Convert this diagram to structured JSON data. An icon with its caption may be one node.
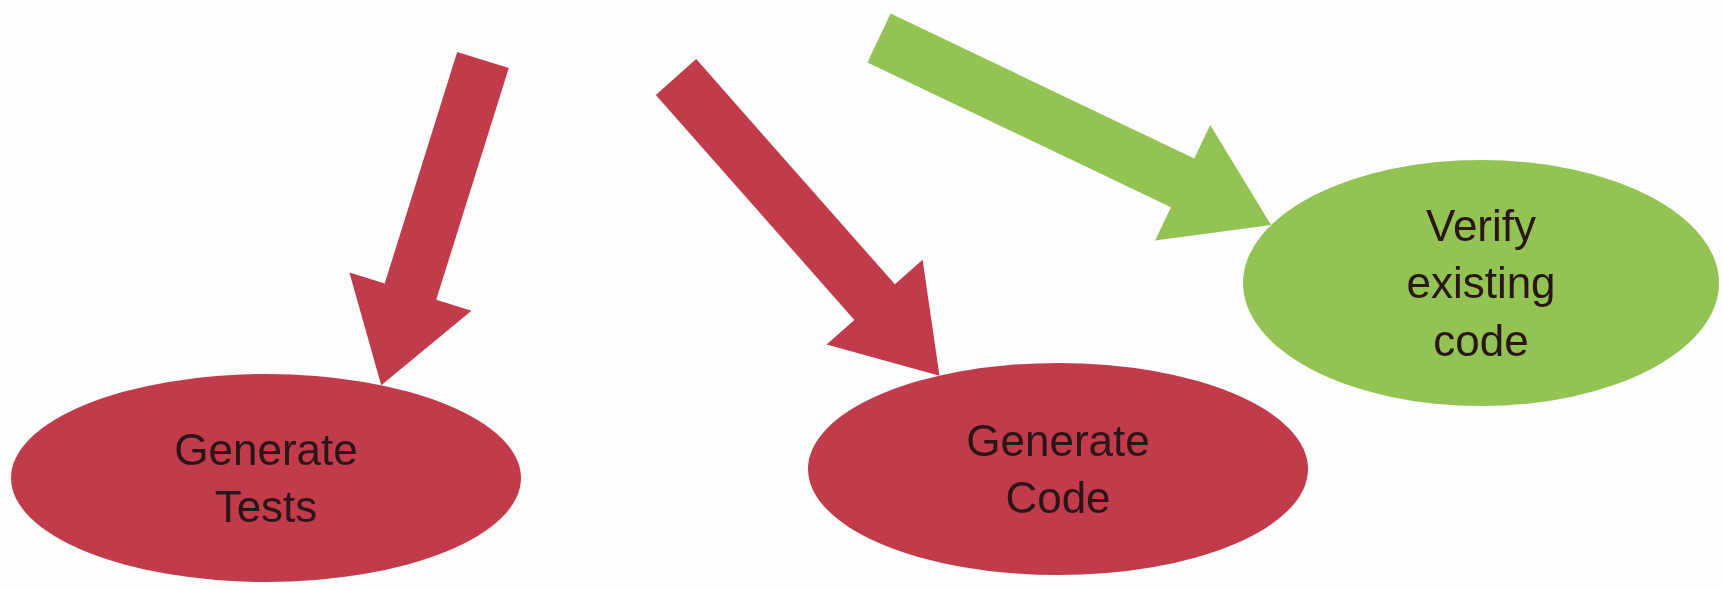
{
  "diagram": {
    "nodes": [
      {
        "text": [
          "Generate Tests"
        ]
      },
      {
        "text": [
          "Generate Code"
        ]
      },
      {
        "text": [
          "Verify existing code"
        ]
      }
    ],
    "edges": [
      {
        "from": null,
        "to": 0,
        "arrow": "to"
      },
      {
        "from": null,
        "to": 1,
        "arrow": "to"
      },
      {
        "from": null,
        "to": 2,
        "arrow": "to",
        "color": "#92c353"
      }
    ]
  }
}
